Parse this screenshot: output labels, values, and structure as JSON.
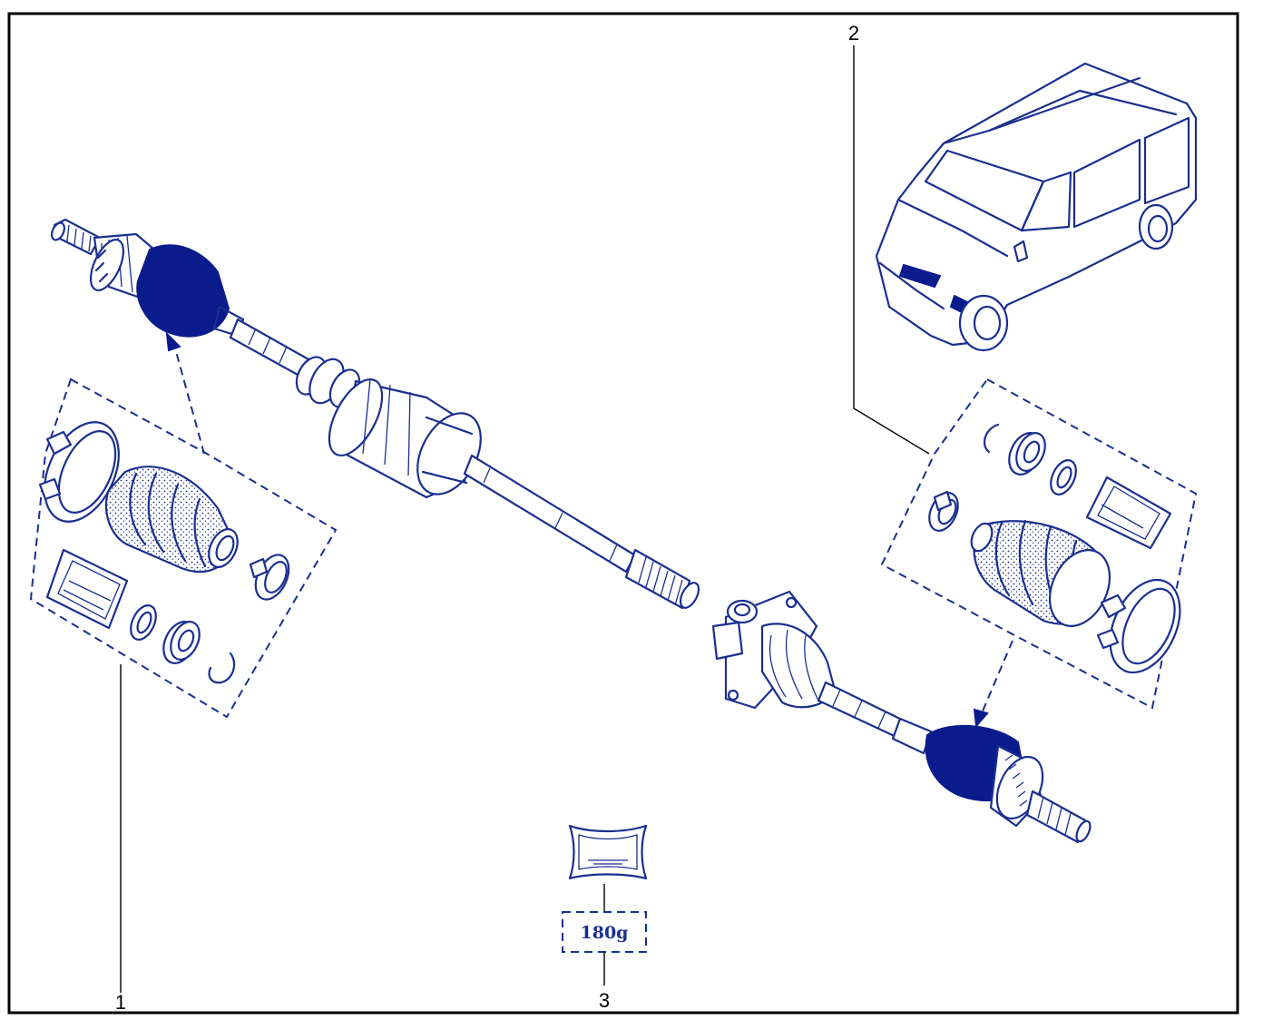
{
  "callouts": {
    "item1": "1",
    "item2": "2",
    "item3": "3"
  },
  "grease": {
    "quantity": "180g"
  },
  "colors": {
    "ink": "#1a2f8f",
    "boot_fill": "#0a1c8c",
    "frame": "#000000"
  }
}
